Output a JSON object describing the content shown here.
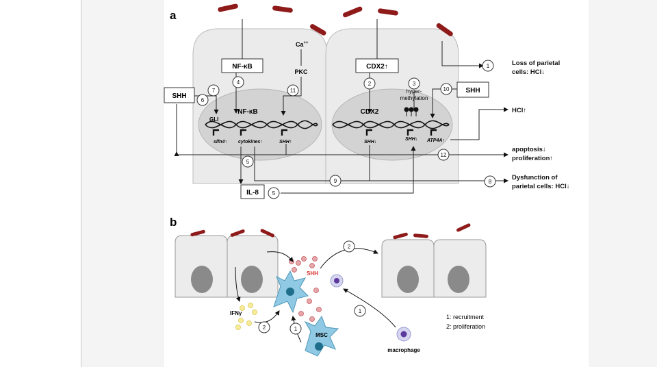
{
  "panel_a": {
    "label": "a",
    "boxes": {
      "nfkb": "NF-κB",
      "cdx2": "CDX2↑",
      "shh_left": "SHH",
      "shh_right": "SHH",
      "il8": "IL-8"
    },
    "ca": "Ca",
    "ca_sup": "++",
    "pkc": "PKC",
    "hypermethylation_1": "hyper-",
    "hypermethylation_2": "methylation",
    "nucleus_left": {
      "nfkb": "NF-κB",
      "gli": "GLI",
      "genes": [
        "slfn4↑",
        "cytokines↑",
        "SHH↑"
      ]
    },
    "nucleus_right": {
      "cdx2": "CDX2",
      "genes": [
        "SHH↓",
        "SHH↓",
        "ATP4A↑"
      ]
    },
    "numbers": [
      "1",
      "2",
      "3",
      "4",
      "5",
      "5",
      "6",
      "7",
      "8",
      "9",
      "10",
      "11",
      "12"
    ],
    "outcomes": {
      "loss_1": "Loss of parietal",
      "loss_2": "cells: HCl↓",
      "hcl_up": "HCl↑",
      "apoptosis": "apoptosis↓",
      "proliferation": "proliferation↑",
      "dys_1": "Dysfunction of",
      "dys_2": "parietal cells: HCl↓"
    }
  },
  "panel_b": {
    "label": "b",
    "shh": "SHH",
    "ifn": "IFNγ",
    "msc": "MSC",
    "macrophage": "macrophage",
    "numbers": [
      "2",
      "2",
      "1",
      "1"
    ],
    "legend": [
      "1: recruitment",
      "2: proliferation"
    ]
  },
  "colors": {
    "bacteria": "#8e1a1a",
    "cell": "#ececec",
    "nucleus": "#d4d4d4",
    "shh_red": "#d9332f",
    "msc": "#8fc9e3",
    "ifn": "#f2e27a"
  }
}
